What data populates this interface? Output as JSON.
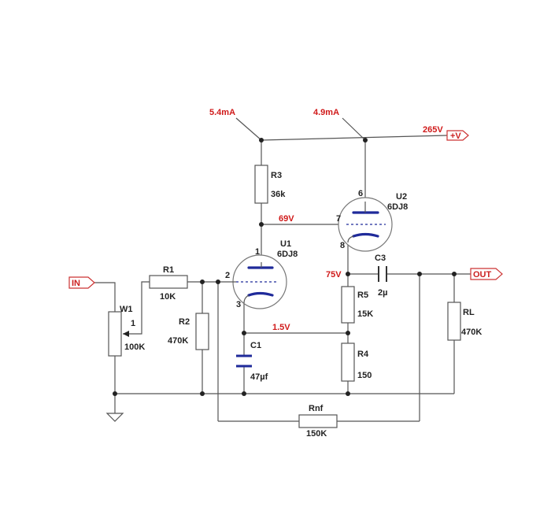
{
  "labels": {
    "cur_u1": "5.4mA",
    "cur_u2": "4.9mA",
    "supply_v": "265V",
    "plus_v": "+V",
    "in": "IN",
    "out": "OUT",
    "v69": "69V",
    "v75": "75V",
    "v15": "1.5V"
  },
  "components": {
    "r3": {
      "name": "R3",
      "value": "36k"
    },
    "r1": {
      "name": "R1",
      "value": "10K"
    },
    "r2": {
      "name": "R2",
      "value": "470K"
    },
    "w1": {
      "name": "W1",
      "value": "100K",
      "pin": "1"
    },
    "r5": {
      "name": "R5",
      "value": "15K"
    },
    "r4": {
      "name": "R4",
      "value": "150"
    },
    "rl": {
      "name": "RL",
      "value": "470K"
    },
    "rnf": {
      "name": "Rnf",
      "value": "150K"
    },
    "c1": {
      "name": "C1",
      "value": "47µf"
    },
    "c3": {
      "name": "C3",
      "value": "2µ"
    },
    "u1": {
      "name": "U1",
      "type": "6DJ8",
      "pin_plate": "1",
      "pin_grid": "2",
      "pin_cathode": "3"
    },
    "u2": {
      "name": "U2",
      "type": "6DJ8",
      "pin_plate": "6",
      "pin_grid": "7",
      "pin_cathode": "8"
    }
  },
  "colors": {
    "wire": "#555555",
    "annotation": "#d01a1a",
    "electrode": "#1f2a9a"
  }
}
